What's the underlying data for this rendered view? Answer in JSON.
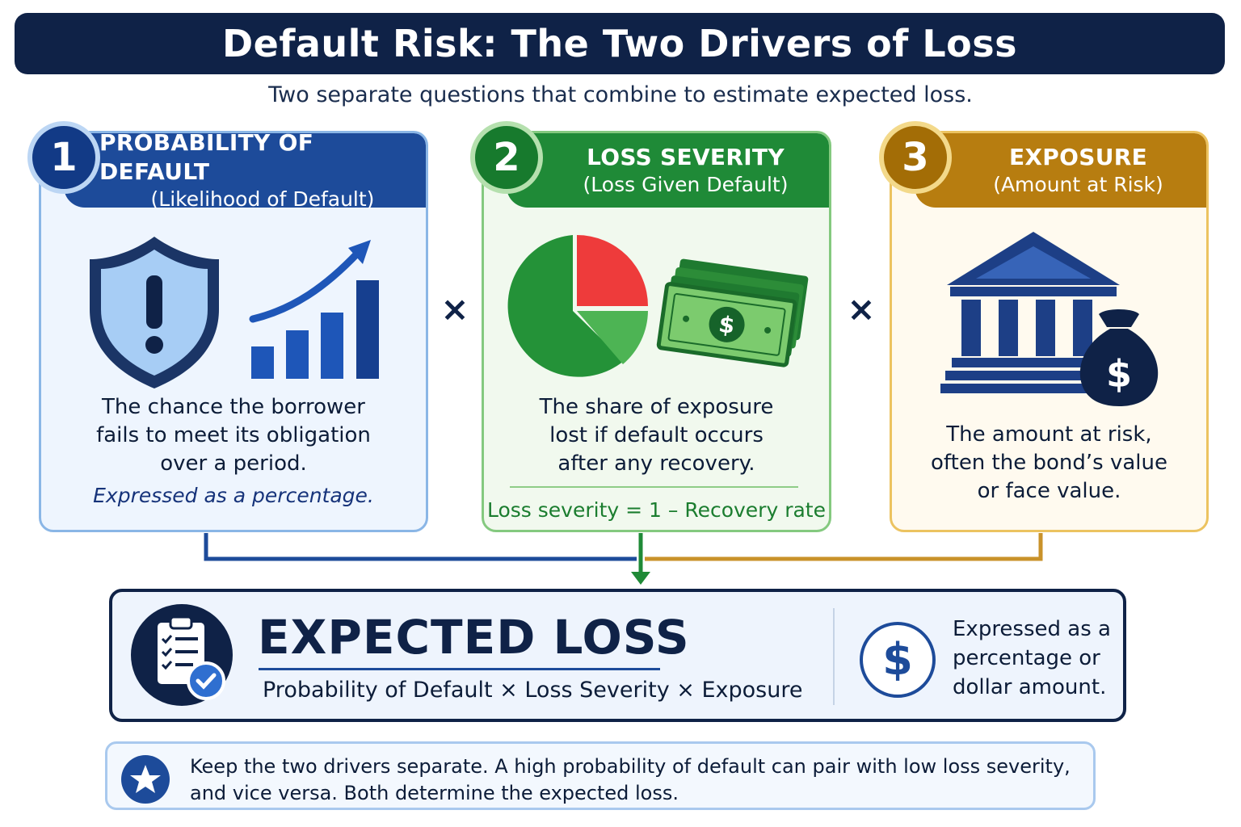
{
  "header": {
    "title": "Default Risk: The Two Drivers of Loss",
    "subtitle": "Two separate questions that combine to estimate expected loss."
  },
  "cards": [
    {
      "number": "1",
      "title": "PROBABILITY OF DEFAULT",
      "subtitle": "(Likelihood of Default)",
      "body": [
        "The chance the borrower",
        "fails to meet its obligation",
        "over a period."
      ],
      "note": "Expressed as a percentage.",
      "color": "#1d4b9a"
    },
    {
      "number": "2",
      "title": "LOSS SEVERITY",
      "subtitle": "(Loss Given Default)",
      "body": [
        "The share of exposure",
        "lost if default occurs",
        "after any recovery."
      ],
      "formula": "Loss severity = 1 – Recovery rate",
      "color": "#1f8a37"
    },
    {
      "number": "3",
      "title": "EXPOSURE",
      "subtitle": "(Amount at Risk)",
      "body": [
        "The amount at risk,",
        "often the bond’s value",
        "or face value."
      ],
      "color": "#b77d10"
    }
  ],
  "operators": [
    "×",
    "×"
  ],
  "expected_loss": {
    "title": "EXPECTED LOSS",
    "formula": "Probability of Default × Loss Severity × Exposure",
    "note": [
      "Expressed as a",
      "percentage or",
      "dollar amount."
    ]
  },
  "tip": {
    "lines": [
      "Keep the two drivers separate. A high probability of default can pair with low loss severity,",
      "and vice versa. Both determine the expected loss."
    ]
  },
  "icons": {
    "card1": [
      "shield-alert-icon",
      "rising-bar-chart-icon"
    ],
    "card2": [
      "pie-chart-icon",
      "cash-stack-icon"
    ],
    "card3": [
      "bank-building-icon",
      "money-bag-icon"
    ],
    "expected_loss": [
      "clipboard-check-icon",
      "dollar-circle-icon"
    ],
    "tip": "star-icon"
  },
  "colors": {
    "navy": "#0f2247",
    "blue": "#1d4b9a",
    "green": "#1f8a37",
    "gold": "#b77d10",
    "red": "#ee3b3b"
  }
}
